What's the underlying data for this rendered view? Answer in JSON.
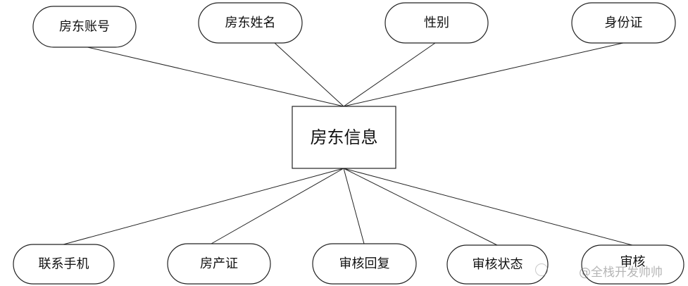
{
  "entity": {
    "label": "房东信息"
  },
  "attributes_top": [
    {
      "label": "房东账号"
    },
    {
      "label": "房东姓名"
    },
    {
      "label": "性别"
    },
    {
      "label": "身份证"
    }
  ],
  "attributes_bottom": [
    {
      "label": "联系手机"
    },
    {
      "label": "房产证"
    },
    {
      "label": "审核回复"
    },
    {
      "label": "审核状态"
    },
    {
      "label": "审核"
    }
  ],
  "watermark": {
    "text": "@全栈开发帅帅"
  },
  "colors": {
    "stroke": "#222222",
    "fill": "#ffffff",
    "text": "#111111"
  }
}
